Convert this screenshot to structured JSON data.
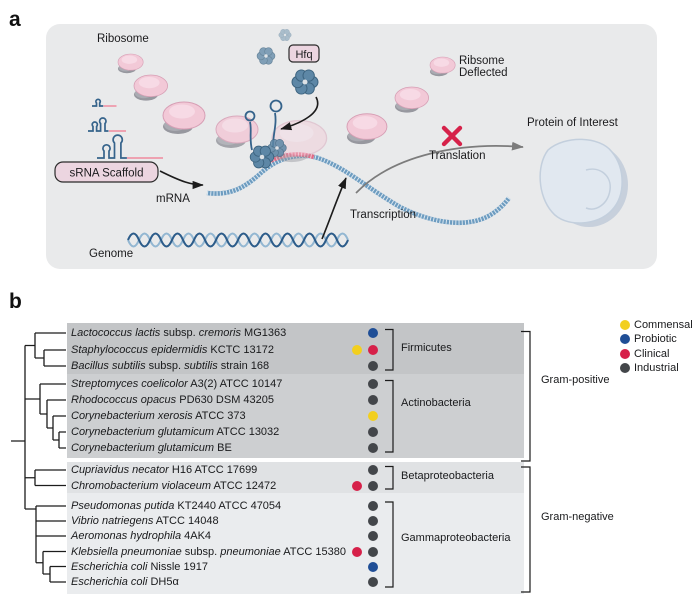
{
  "panels": {
    "a": "a",
    "b": "b"
  },
  "panel_a": {
    "labels": {
      "ribosome": "Ribosome",
      "hfq": "Hfq",
      "deflected_1": "Ribsome",
      "deflected_2": "Deflected",
      "protein": "Protein of Interest",
      "srna_scaffold": "sRNA Scaffold",
      "mrna": "mRNA",
      "translation": "Translation",
      "transcription": "Transcription",
      "genome": "Genome"
    }
  },
  "panel_b": {
    "rows": [
      {
        "segs": [
          "Lactococcus lactis",
          " subsp. ",
          "cremoris",
          " MG1363"
        ],
        "dots": [
          "probiotic"
        ]
      },
      {
        "segs": [
          "Staphylococcus epidermidis",
          " KCTC 13172"
        ],
        "dots": [
          "commensal",
          "clinical"
        ]
      },
      {
        "segs": [
          "Bacillus subtilis",
          " subsp. ",
          "subtilis",
          " strain 168"
        ],
        "dots": [
          "industrial"
        ]
      },
      {
        "segs": [
          "Streptomyces coelicolor",
          " A3(2) ATCC 10147"
        ],
        "dots": [
          "industrial"
        ]
      },
      {
        "segs": [
          "Rhodococcus opacus",
          " PD630 DSM 43205"
        ],
        "dots": [
          "industrial"
        ]
      },
      {
        "segs": [
          "Corynebacterium xerosis",
          " ATCC 373"
        ],
        "dots": [
          "commensal"
        ]
      },
      {
        "segs": [
          "Corynebacterium glutamicum",
          " ATCC 13032"
        ],
        "dots": [
          "industrial"
        ]
      },
      {
        "segs": [
          "Corynebacterium glutamicum",
          " BE"
        ],
        "dots": [
          "industrial"
        ]
      },
      {
        "segs": [
          "Cupriavidus necator",
          " H16 ATCC 17699"
        ],
        "dots": [
          "industrial"
        ]
      },
      {
        "segs": [
          "Chromobacterium violaceum",
          " ATCC 12472"
        ],
        "dots": [
          "clinical",
          "industrial"
        ]
      },
      {
        "segs": [
          "Pseudomonas putida",
          " KT2440 ATCC 47054"
        ],
        "dots": [
          "industrial"
        ]
      },
      {
        "segs": [
          "Vibrio natriegens",
          " ATCC 14048"
        ],
        "dots": [
          "industrial"
        ]
      },
      {
        "segs": [
          "Aeromonas hydrophila",
          " 4AK4"
        ],
        "dots": [
          "industrial"
        ]
      },
      {
        "segs": [
          "Klebsiella pneumoniae",
          " subsp. ",
          "pneumoniae",
          " ATCC 15380"
        ],
        "dots": [
          "clinical",
          "industrial"
        ]
      },
      {
        "segs": [
          "Escherichia coli",
          " Nissle 1917"
        ],
        "dots": [
          "probiotic"
        ]
      },
      {
        "segs": [
          "Escherichia coli",
          " DH5α"
        ],
        "dots": [
          "industrial"
        ]
      }
    ],
    "groups": [
      {
        "label": "Firmicutes"
      },
      {
        "label": "Actinobacteria"
      },
      {
        "label": "Betaproteobacteria"
      },
      {
        "label": "Gammaproteobacteria"
      }
    ],
    "gram": [
      {
        "label": "Gram-positive"
      },
      {
        "label": "Gram-negative"
      }
    ],
    "legend": [
      {
        "label": "Commensal",
        "key": "commensal"
      },
      {
        "label": "Probiotic",
        "key": "probiotic"
      },
      {
        "label": "Clinical",
        "key": "clinical"
      },
      {
        "label": "Industrial",
        "key": "industrial"
      }
    ]
  },
  "colors": {
    "commensal": "#f2cf1e",
    "probiotic": "#1f4e96",
    "clinical": "#d62049",
    "industrial": "#43464a",
    "bg_firmicutes": "#c3c5c7",
    "bg_actinobacteria": "#cdcfd1",
    "bg_betaproteobacteria": "#e0e2e4",
    "bg_gammaproteobacteria": "#eaecee",
    "panel_a_bg": "#e9eaeb",
    "red_x": "#d6224a"
  }
}
